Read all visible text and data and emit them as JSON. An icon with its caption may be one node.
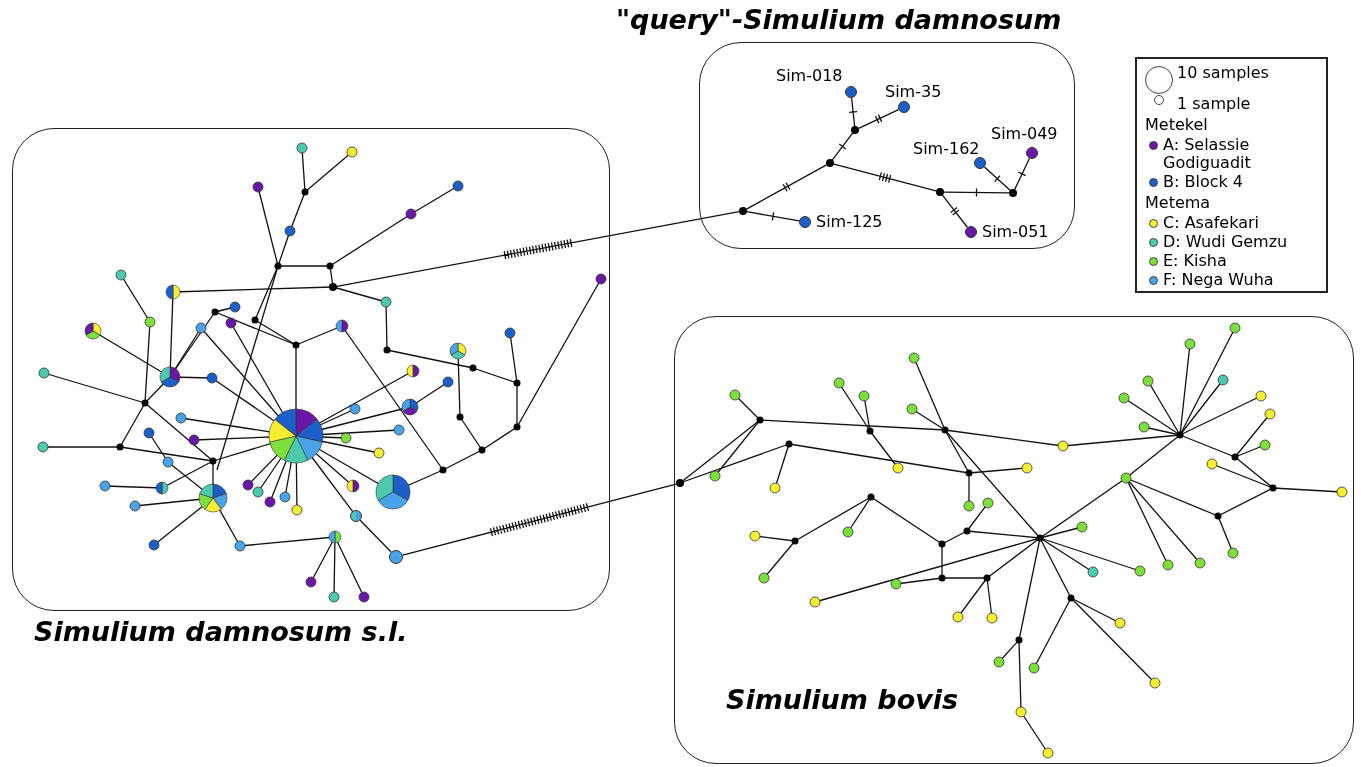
{
  "diagram": {
    "nodes": [
      {
        "text": [
          "Simulium damnosum s.l."
        ]
      },
      {
        "text": [
          "\"query\"-*Simulium damnosum*"
        ]
      },
      {
        "text": [
          "Simulium bovis"
        ]
      },
      {
        "text": [
          "Sim-018"
        ],
        "in": 1
      },
      {
        "text": [
          "Sim-35"
        ],
        "in": 1
      },
      {
        "text": [
          "Sim-162"
        ],
        "in": 1
      },
      {
        "text": [
          "Sim-049"
        ],
        "in": 1
      },
      {
        "text": [
          "Sim-125"
        ],
        "in": 1
      },
      {
        "text": [
          "Sim-051"
        ],
        "in": 1
      },
      {
        "text": [],
        "shape": "circle",
        "in": 1
      },
      {
        "text": [],
        "shape": "circle",
        "in": 1
      },
      {
        "text": [],
        "shape": "circle",
        "in": 1
      },
      {
        "text": [],
        "shape": "circle",
        "in": 1
      },
      {
        "text": [],
        "shape": "circle",
        "in": 1
      },
      {
        "text": [],
        "shape": "circle",
        "in": 0
      },
      {
        "text": [],
        "shape": "circle",
        "in": 0
      },
      {
        "text": [],
        "shape": "circle",
        "in": 2
      },
      {
        "text": [],
        "shape": "circle",
        "in": 0
      }
    ],
    "edges": [
      {
        "from": 9,
        "to": 7,
        "arrow": "none"
      },
      {
        "from": 9,
        "to": 10,
        "arrow": "none"
      },
      {
        "from": 10,
        "to": 11,
        "arrow": "none"
      },
      {
        "from": 11,
        "to": 3,
        "arrow": "none"
      },
      {
        "from": 11,
        "to": 4,
        "arrow": "none"
      },
      {
        "from": 10,
        "to": 12,
        "arrow": "none"
      },
      {
        "from": 12,
        "to": 8,
        "arrow": "none"
      },
      {
        "from": 12,
        "to": 13,
        "arrow": "none"
      },
      {
        "from": 13,
        "to": 5,
        "arrow": "none"
      },
      {
        "from": 13,
        "to": 6,
        "arrow": "none"
      },
      {
        "from": 14,
        "to": 9,
        "arrow": "none"
      },
      {
        "from": 15,
        "to": 16,
        "arrow": "none"
      },
      {
        "from": 17,
        "to": 15,
        "arrow": "none"
      }
    ],
    "labels": [
      "Metekel",
      "Metema"
    ],
    "legend": [
      {
        "text": "10 samples"
      },
      {
        "text": "1 sample"
      },
      {
        "text": "A: Selassie Godiguadit",
        "color": "#6a17a8"
      },
      {
        "text": "B: Block 4",
        "color": "#1c5fc9"
      },
      {
        "text": "C: Asafekari",
        "color": "#f4ef30"
      },
      {
        "text": "D: Wudi Gemzu",
        "color": "#4dc9ae"
      },
      {
        "text": "E: Kisha",
        "color": "#7ddf3b"
      },
      {
        "text": "F: Nega Wuha",
        "color": "#4aa3e8"
      }
    ]
  }
}
